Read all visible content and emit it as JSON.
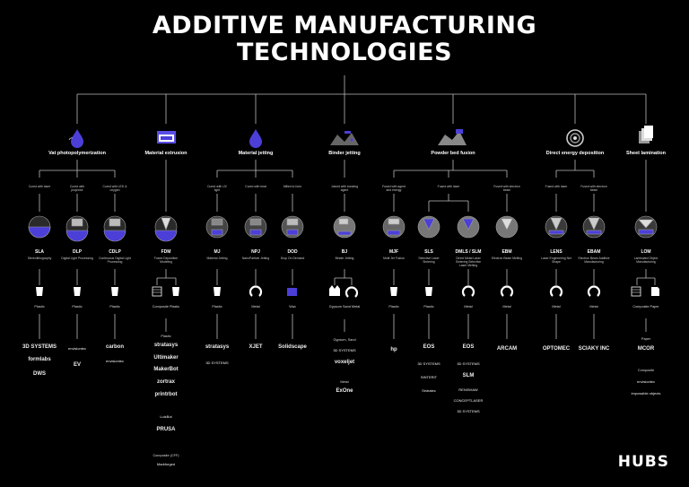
{
  "title_line1": "ADDITIVE MANUFACTURING",
  "title_line2": "TECHNOLOGIES",
  "brand": "HUBS",
  "accent": "#4b3fd8",
  "categories": [
    {
      "label": "Vat photopolymerization",
      "icon": "droplet-icon"
    },
    {
      "label": "Material extrusion",
      "icon": "extruder-icon"
    },
    {
      "label": "Material jetting",
      "icon": "droplet-icon"
    },
    {
      "label": "Binder jetting",
      "icon": "binder-icon"
    },
    {
      "label": "Powder bed fusion",
      "icon": "powder-bed-icon"
    },
    {
      "label": "Direct energy deposition",
      "icon": "wire-spool-icon"
    },
    {
      "label": "Sheet lamination",
      "icon": "sheets-icon"
    }
  ],
  "subgroups": [
    "Cured with laser",
    "Cured with projector",
    "Cured with LED & oxygen",
    "Cured with UV light",
    "Cured with heat",
    "Milled to form",
    "Joined with bonding agent",
    "Fused with agent and energy",
    "Fused with laser",
    "Fused with electron beam",
    "Fused with laser",
    "Fused with electron beam"
  ],
  "technologies": [
    {
      "abbr": "SLA",
      "name": "Stereolithography",
      "material": "Plastic"
    },
    {
      "abbr": "DLP",
      "name": "Digital Light Processing",
      "material": "Plastic"
    },
    {
      "abbr": "CDLP",
      "name": "Continuous Digital Light Processing",
      "material": "Plastic"
    },
    {
      "abbr": "FDM",
      "name": "Fused Deposition Modeling",
      "material": "Composite   Plastic"
    },
    {
      "abbr": "MJ",
      "name": "Material Jetting",
      "material": "Plastic"
    },
    {
      "abbr": "NPJ",
      "name": "NanoParticle Jetting",
      "material": "Metal"
    },
    {
      "abbr": "DOD",
      "name": "Drop On Demand",
      "material": "Wax"
    },
    {
      "abbr": "BJ",
      "name": "Binder Jetting",
      "material": "Gypsum Sand   Metal"
    },
    {
      "abbr": "MJF",
      "name": "Multi Jet Fusion",
      "material": "Plastic"
    },
    {
      "abbr": "SLS",
      "name": "Selective Laser Sintering",
      "material": "Plastic"
    },
    {
      "abbr": "DMLS / SLM",
      "name": "Direct Metal Laser Sintering Selective Laser Melting",
      "material": "Metal"
    },
    {
      "abbr": "EBM",
      "name": "Electron Beam Melting",
      "material": "Metal"
    },
    {
      "abbr": "LENS",
      "name": "Laser Engineering Net Shape",
      "material": "Metal"
    },
    {
      "abbr": "EBAM",
      "name": "Electron Beam Additive Manufacturing",
      "material": "Metal"
    },
    {
      "abbr": "LOM",
      "name": "Laminated Object Manufacturing",
      "material": "Composite   Paper"
    }
  ],
  "logos": {
    "sla": [
      "3D SYSTEMS",
      "formlabs",
      "DWS"
    ],
    "dlp": [
      "envisiontec",
      "EV"
    ],
    "cdlp": [
      "carbon",
      "envisiontec"
    ],
    "fdm_header": "Plastic",
    "fdm": [
      "stratasys",
      "Ultimaker",
      "MakerBot",
      "zortrax",
      "printrbot",
      "LulzBot",
      "PRUSA"
    ],
    "fdm_comp_header": "Composite (CFF)",
    "fdm_comp": [
      "Markforged"
    ],
    "mj": [
      "stratasys",
      "3D SYSTEMS"
    ],
    "npj": [
      "XJET"
    ],
    "dod": [
      "Solidscape"
    ],
    "bj_header": "Gypsum, Sand",
    "bj": [
      "3D SYSTEMS",
      "voxeljet"
    ],
    "bj_metal_header": "Metal",
    "bj_metal": [
      "ExOne"
    ],
    "mjf": [
      "hp"
    ],
    "sls": [
      "EOS",
      "3D SYSTEMS",
      "SINTERIT",
      "Sintratec"
    ],
    "dmls": [
      "EOS",
      "3D SYSTEMS",
      "SLM",
      "RENISHAW",
      "CONCEPTLASER",
      "3D SYSTEMS"
    ],
    "ebm": [
      "ARCAM"
    ],
    "lens": [
      "OPTOMEC"
    ],
    "ebam": [
      "SCIAKY INC"
    ],
    "lom_header": "Paper",
    "lom": [
      "MCOR"
    ],
    "lom_comp_header": "Composite",
    "lom_comp": [
      "envisiontec",
      "impossible objects"
    ]
  }
}
